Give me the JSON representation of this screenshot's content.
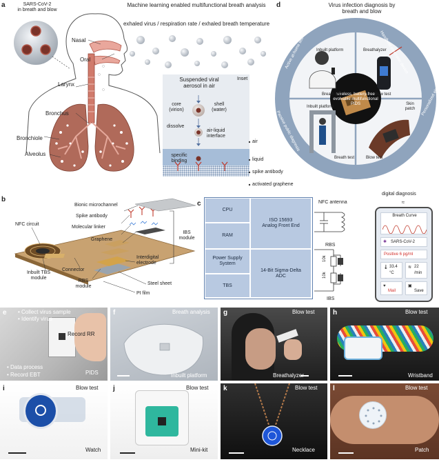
{
  "panel_a": {
    "label": "a",
    "title": "Machine learning enabled multifunctional breath analysis",
    "subtitle": "exhaled virus / respiration rate / exhaled breath temperature",
    "virus_label_line1": "SARS-CoV-2",
    "virus_label_line2": "in breath and blow",
    "anatomy": [
      "Nasal",
      "Oral",
      "Larynx",
      "Bronchus",
      "Bronchiole",
      "Alveolus"
    ],
    "inset": {
      "title": "Inset",
      "suspended_line1": "Suspended viral",
      "suspended_line2": "aerosol in air",
      "core_line1": "core",
      "core_line2": "(virion)",
      "shell_line1": "shell",
      "shell_line2": "(water)",
      "dissolve": "dissolve",
      "interface_line1": "air-liquid",
      "interface_line2": "interface",
      "binding_line1": "specific",
      "binding_line2": "binding"
    },
    "layers": [
      "air",
      "liquid",
      "spike antibody",
      "activated graphene"
    ]
  },
  "panel_d": {
    "label": "d",
    "title_line1": "Virus infection diagnosis by",
    "title_line2": "breath and blow",
    "center_line1": "wireless, battery-free",
    "center_line2": "evolvable multifunctional PIDS",
    "quadrants": {
      "tl_outer": "Active at-home self-diagnosis",
      "tl_platform": "Inbuilt platform",
      "tl_test": "Breath test",
      "tr_outer": "Handheld electronic device",
      "tr_device": "Breathalyzer",
      "tr_test": "Blow test",
      "bl_outer": "Passive public diagnosis",
      "bl_platform": "Inbuilt platform",
      "bl_test": "Breath test",
      "br_outer": "Personalized electronic device",
      "br_device_line1": "Skin",
      "br_device_line2": "patch",
      "br_test": "Blow test"
    }
  },
  "panel_b": {
    "label": "b",
    "labels": {
      "bionic": "Bionic microchannel",
      "spike": "Spike antibody",
      "linker": "Molecular linker",
      "graphene": "Graphene",
      "nfc": "NFC circuit",
      "ibs_line1": "IBS",
      "ibs_line2": "module",
      "tbs_line1": "Inbuilt TBS",
      "tbs_line2": "module",
      "connector": "Connector",
      "rbs_line1": "RBS",
      "rbs_line2": "module",
      "interdigital_line1": "Interdigital",
      "interdigital_line2": "electrode",
      "steel": "Steel sheet",
      "pi": "PI film"
    }
  },
  "panel_c": {
    "label": "c",
    "chip": {
      "cpu": "CPU",
      "iso_line1": "ISO 15693",
      "iso_line2": "Analog Front End",
      "ram": "RAM",
      "power_line1": "Power Supply",
      "power_line2": "System",
      "sigma_line1": "14-Bit Sigma-Delta",
      "sigma_line2": "ADC",
      "tbs": "TBS"
    },
    "nfc_antenna": "NFC antenna",
    "rbs": "RBS",
    "ibs": "IBS",
    "res1": "10k",
    "res2": "10k",
    "digital_diagnosis": "digital diagnosis",
    "phone": {
      "breath_curve": "Breath Curve",
      "virus": "SARS-CoV-2",
      "positive": "Positive 6 pg/ml",
      "temp_value": "33.4",
      "temp_unit": "°C",
      "rate_value": "22",
      "rate_unit": "/min",
      "mail": "Mail",
      "save": "Save"
    }
  },
  "photos": {
    "e": {
      "label": "e",
      "bullets": [
        "Collect virus sample",
        "Identify virus",
        "Record RR",
        "Data process",
        "Record EBT"
      ],
      "device": "PIDS"
    },
    "f": {
      "label": "f",
      "title": "Breath analysis",
      "caption": "Inbuilt platform"
    },
    "g": {
      "label": "g",
      "title": "Blow test",
      "caption": "Breathalyzer"
    },
    "h": {
      "label": "h",
      "title": "Blow test",
      "caption": "Wristband"
    },
    "i": {
      "label": "i",
      "title": "Blow test",
      "caption": "Watch"
    },
    "j": {
      "label": "j",
      "title": "Blow test",
      "caption": "Mini-kit"
    },
    "k": {
      "label": "k",
      "title": "Blow test",
      "caption": "Necklace"
    },
    "l": {
      "label": "l",
      "title": "Blow test",
      "caption": "Patch"
    }
  },
  "colors": {
    "chip": "#b8c9e1",
    "chip_border": "#5e7fae",
    "circle_outer": "#8fa4bd",
    "lung": "#b06a5a",
    "positive": "#d2302b"
  }
}
